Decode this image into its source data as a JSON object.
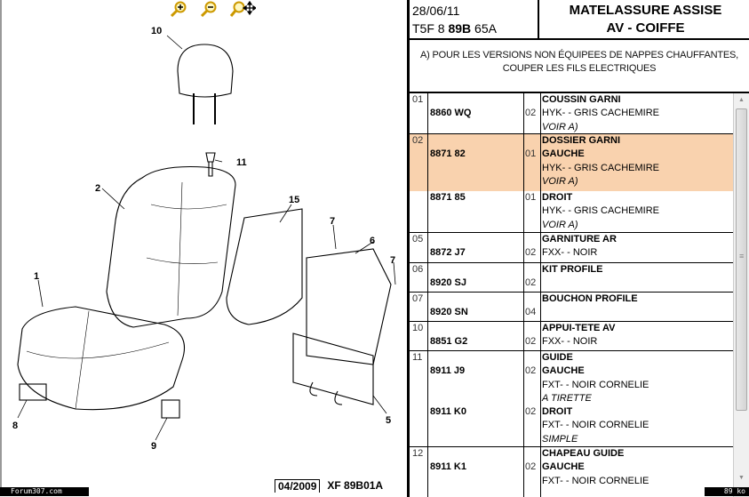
{
  "toolbar": {
    "zoom_in": "zoom-in",
    "zoom_out": "zoom-out",
    "pan": "pan"
  },
  "diagram": {
    "callouts": [
      "10",
      "11",
      "2",
      "15",
      "7",
      "6",
      "7",
      "1",
      "8",
      "9",
      "5"
    ],
    "date": "04/2009",
    "ref": "XF 89B01A",
    "watermark": "Forum307.com"
  },
  "header": {
    "date": "28/06/11",
    "code_prefix": "T5F 8 ",
    "code_bold": "89B",
    "code_suffix": " 65A",
    "title_line1": "MATELASSURE ASSISE",
    "title_line2": "AV - COIFFE"
  },
  "notes": {
    "line1": "A) POUR LES VERSIONS NON ÉQUIPEES DE NAPPES CHAUFFANTES,",
    "line2": "COUPER LES FILS ELECTRIQUES"
  },
  "highlight_color": "#f9d2ae",
  "rows": [
    {
      "item": "01",
      "ref": "8860 WQ",
      "qty": "02",
      "name": "COUSSIN GARNI",
      "l2": "HYK- - GRIS CACHEMIRE",
      "l3": "VOIR A)"
    },
    {
      "item": "02",
      "ref": "8871 82",
      "qty": "01",
      "name": "DOSSIER GARNI",
      "l2": "GAUCHE",
      "l3": "HYK- - GRIS CACHEMIRE",
      "l4": "VOIR A)"
    },
    {
      "item": "",
      "ref": "8871 85",
      "qty": "01",
      "name": "DROIT",
      "l2": "HYK- - GRIS CACHEMIRE",
      "l3": "VOIR A)"
    },
    {
      "item": "05",
      "ref": "8872 J7",
      "qty": "02",
      "name": "GARNITURE AR",
      "l2": "FXX- - NOIR"
    },
    {
      "item": "06",
      "ref": "8920 SJ",
      "qty": "02",
      "name": "KIT PROFILE"
    },
    {
      "item": "07",
      "ref": "8920 SN",
      "qty": "04",
      "name": "BOUCHON PROFILE"
    },
    {
      "item": "10",
      "ref": "8851 G2",
      "qty": "02",
      "name": "APPUI-TETE AV",
      "l2": "FXX- - NOIR"
    },
    {
      "item": "11",
      "ref": "8911 J9",
      "qty": "02",
      "name": "GUIDE",
      "l2": "GAUCHE",
      "l3": "FXT- - NOIR CORNELIE",
      "l4": "A TIRETTE",
      "ref2": "8911 K0",
      "qty2": "02",
      "l5": "DROIT",
      "l6": "FXT- - NOIR CORNELIE",
      "l7": "SIMPLE"
    },
    {
      "item": "12",
      "ref": "8911 K1",
      "qty": "02",
      "name": "CHAPEAU GUIDE",
      "l2": "GAUCHE",
      "l3": "FXT- - NOIR CORNELIE"
    }
  ],
  "file_size": "89 ko"
}
